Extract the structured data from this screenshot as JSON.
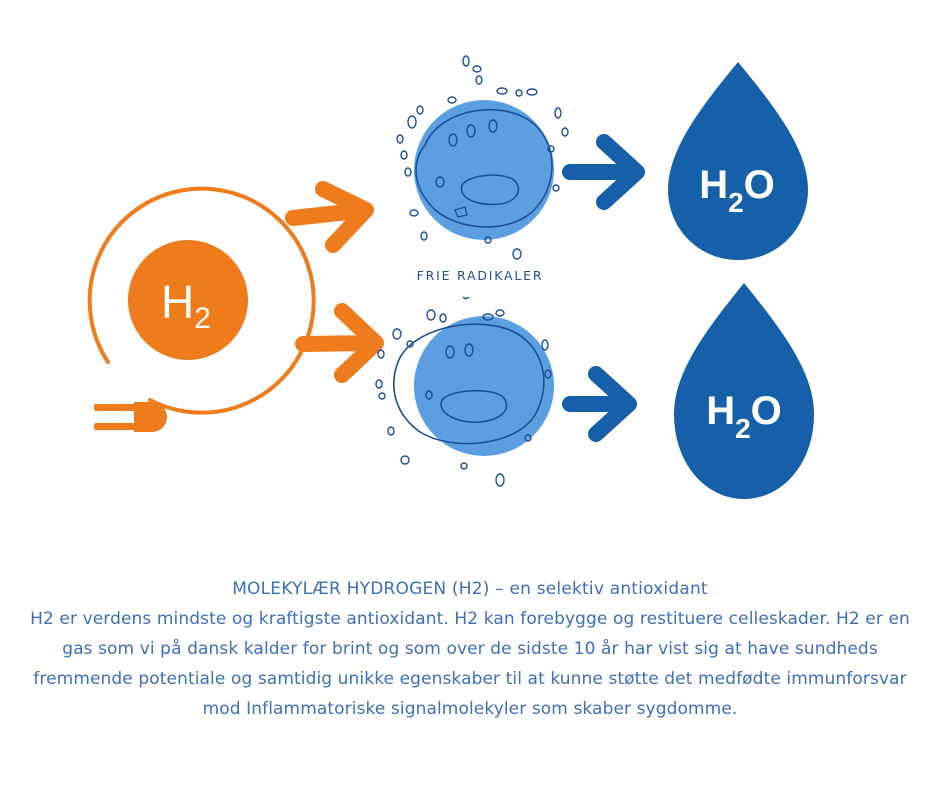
{
  "diagram": {
    "source_label": "H",
    "source_sub": "2",
    "radicals_label": "FRIE RADIKALER",
    "product_top": {
      "main": "H",
      "sub": "2",
      "tail": "O"
    },
    "product_bottom": {
      "main": "H",
      "sub": "2",
      "tail": "O"
    }
  },
  "colors": {
    "orange": "#ee7c1c",
    "radical_blue": "#5b9fe0",
    "outline_blue": "#1d4f97",
    "drop_blue": "#1560a9",
    "caption_blue": "#3f6fb6"
  },
  "caption": {
    "title": "MOLEKYLÆR HYDROGEN (H2) – en selektiv antioxidant",
    "body": "H2 er verdens mindste og kraftigste antioxidant. H2 kan forebygge og restituere celleskader. H2 er en gas som vi på dansk kalder for brint og som over de sidste 10 år har vist sig at have sundheds fremmende potentiale og samtidig unikke egenskaber til at kunne støtte det medfødte immunforsvar mod Inflammatoriske signalmolekyler som skaber sygdomme."
  }
}
